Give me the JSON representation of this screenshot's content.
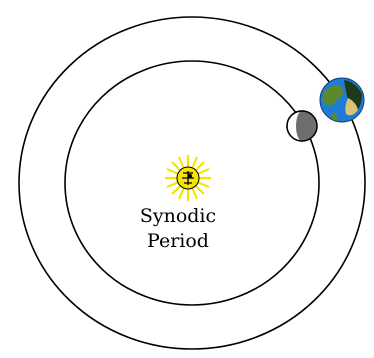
{
  "label": {
    "line1": "Synodic",
    "line2": "Period"
  },
  "colors": {
    "background": "#ffffff",
    "orbit_stroke": "#000000",
    "sun_yellow": "#f5e600",
    "sun_core": "#000000",
    "inner_planet_light": "#ffffff",
    "inner_planet_dark": "#6e6e6e",
    "earth_ocean": "#1e7bd6",
    "earth_land": "#5a8a2a",
    "earth_land_shadow": "#1f3a1a",
    "earth_ice": "#d9c27a"
  },
  "objects": [
    {
      "name": "sun",
      "icon": "sun-icon"
    },
    {
      "name": "inner-planet",
      "icon": "planet-icon",
      "phase": "half-lit"
    },
    {
      "name": "earth",
      "icon": "earth-icon"
    }
  ]
}
